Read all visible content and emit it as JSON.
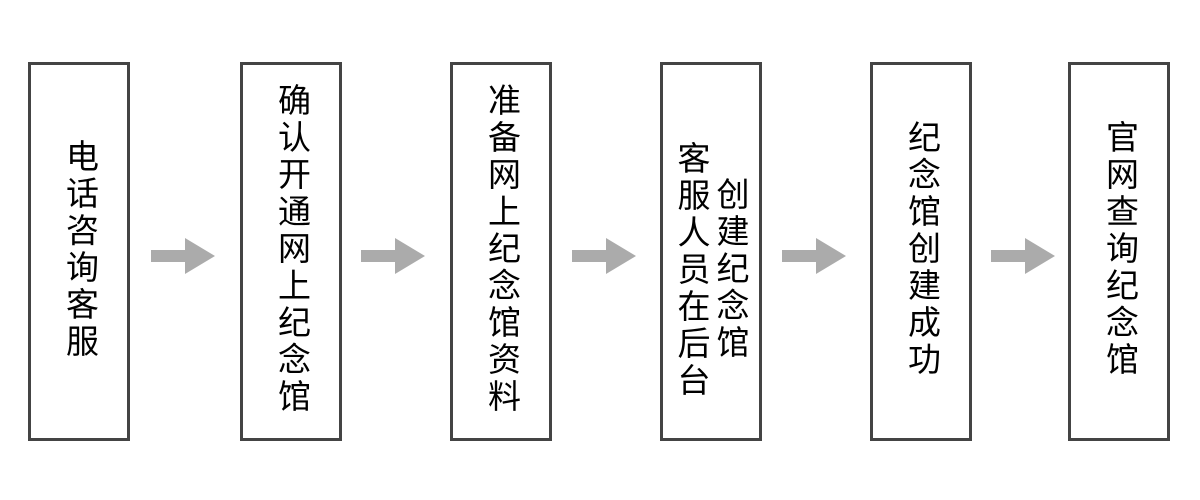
{
  "diagram": {
    "type": "horizontal-flowchart",
    "orientation": "left-to-right",
    "text_direction": "vertical-rl",
    "background_color": "#ffffff",
    "box_border_color": "#444444",
    "box_fill_color": "#ffffff",
    "arrow_color": "#ababab",
    "text_color": "#000000",
    "step_count": 6,
    "arrow_count": 5,
    "steps": [
      {
        "id": "step-1",
        "index": 1,
        "columns": 1,
        "text": "电话咨询客服",
        "columns_text": [
          "电话咨询客服"
        ]
      },
      {
        "id": "step-2",
        "index": 2,
        "columns": 1,
        "text": "确认开通网上纪念馆",
        "columns_text": [
          "确认开通网上纪念馆"
        ]
      },
      {
        "id": "step-3",
        "index": 3,
        "columns": 1,
        "text": "准备网上纪念馆资料",
        "columns_text": [
          "准备网上纪念馆资料"
        ]
      },
      {
        "id": "step-4",
        "index": 4,
        "columns": 2,
        "text": "客服人员在后台创建纪念馆",
        "columns_text": [
          "创建纪念馆",
          "客服人员在后台"
        ]
      },
      {
        "id": "step-5",
        "index": 5,
        "columns": 1,
        "text": "纪念馆创建成功",
        "columns_text": [
          "纪念馆创建成功"
        ]
      },
      {
        "id": "step-6",
        "index": 6,
        "columns": 1,
        "text": "官网查询纪念馆",
        "columns_text": [
          "官网查询纪念馆"
        ]
      }
    ],
    "arrows": [
      {
        "id": "arrow-1",
        "from": "step-1",
        "to": "step-2",
        "glyph": "→"
      },
      {
        "id": "arrow-2",
        "from": "step-2",
        "to": "step-3",
        "glyph": "→"
      },
      {
        "id": "arrow-3",
        "from": "step-3",
        "to": "step-4",
        "glyph": "→"
      },
      {
        "id": "arrow-4",
        "from": "step-4",
        "to": "step-5",
        "glyph": "→"
      },
      {
        "id": "arrow-5",
        "from": "step-5",
        "to": "step-6",
        "glyph": "→"
      }
    ]
  }
}
